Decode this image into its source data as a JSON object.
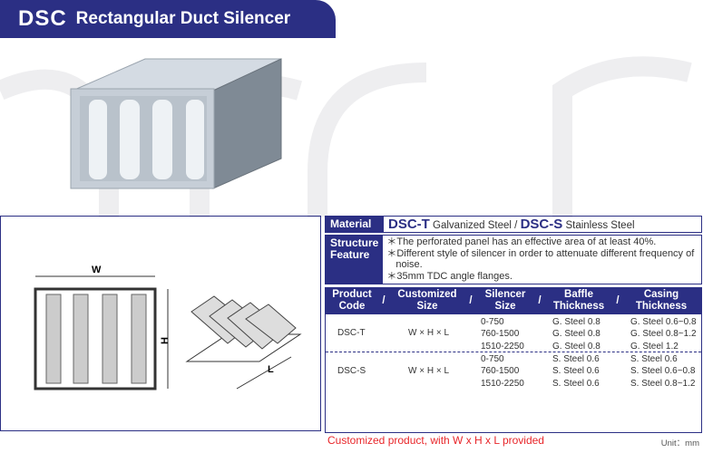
{
  "header": {
    "code": "DSC",
    "title": "Rectangular Duct Silencer"
  },
  "material": {
    "label": "Material",
    "t_code": "DSC-T",
    "t_desc": "Galvanized Steel /",
    "s_code": "DSC-S",
    "s_desc": "Stainless Steel"
  },
  "feature": {
    "label_1": "Structure",
    "label_2": "Feature",
    "items": [
      "＊The perforated panel has an effective area of at least 40%.",
      "＊Different style of silencer in order to attenuate different frequency of noise.",
      "＊35mm TDC angle flanges."
    ]
  },
  "table": {
    "headers": [
      [
        "Product",
        "Code"
      ],
      [
        "Customized",
        "Size"
      ],
      [
        "Silencer",
        "Size"
      ],
      [
        "Baffle",
        "Thickness"
      ],
      [
        "Casing",
        "Thickness"
      ]
    ],
    "rows": [
      {
        "code": "DSC-T",
        "size": "W × H × L",
        "silencer": [
          "0-750",
          "760-1500",
          "1510-2250"
        ],
        "baffle": [
          "G. Steel 0.8",
          "G. Steel 0.8",
          "G. Steel 0.8"
        ],
        "casing": [
          "G. Steel 0.6~0.8",
          "G. Steel 0.8~1.2",
          "G. Steel 1.2"
        ]
      },
      {
        "code": "DSC-S",
        "size": "W × H × L",
        "silencer": [
          "0-750",
          "760-1500",
          "1510-2250"
        ],
        "baffle": [
          "S. Steel 0.6",
          "S. Steel 0.6",
          "S. Steel 0.6"
        ],
        "casing": [
          "S. Steel 0.6",
          "S. Steel 0.6~0.8",
          "S. Steel 0.8~1.2"
        ]
      }
    ]
  },
  "diagram": {
    "w": "W",
    "h": "H",
    "l": "L"
  },
  "footer": "Customized product, with W x H x L provided",
  "unit": "Unit：mm",
  "colors": {
    "brand": "#2b2f84",
    "note": "#e8262a"
  }
}
